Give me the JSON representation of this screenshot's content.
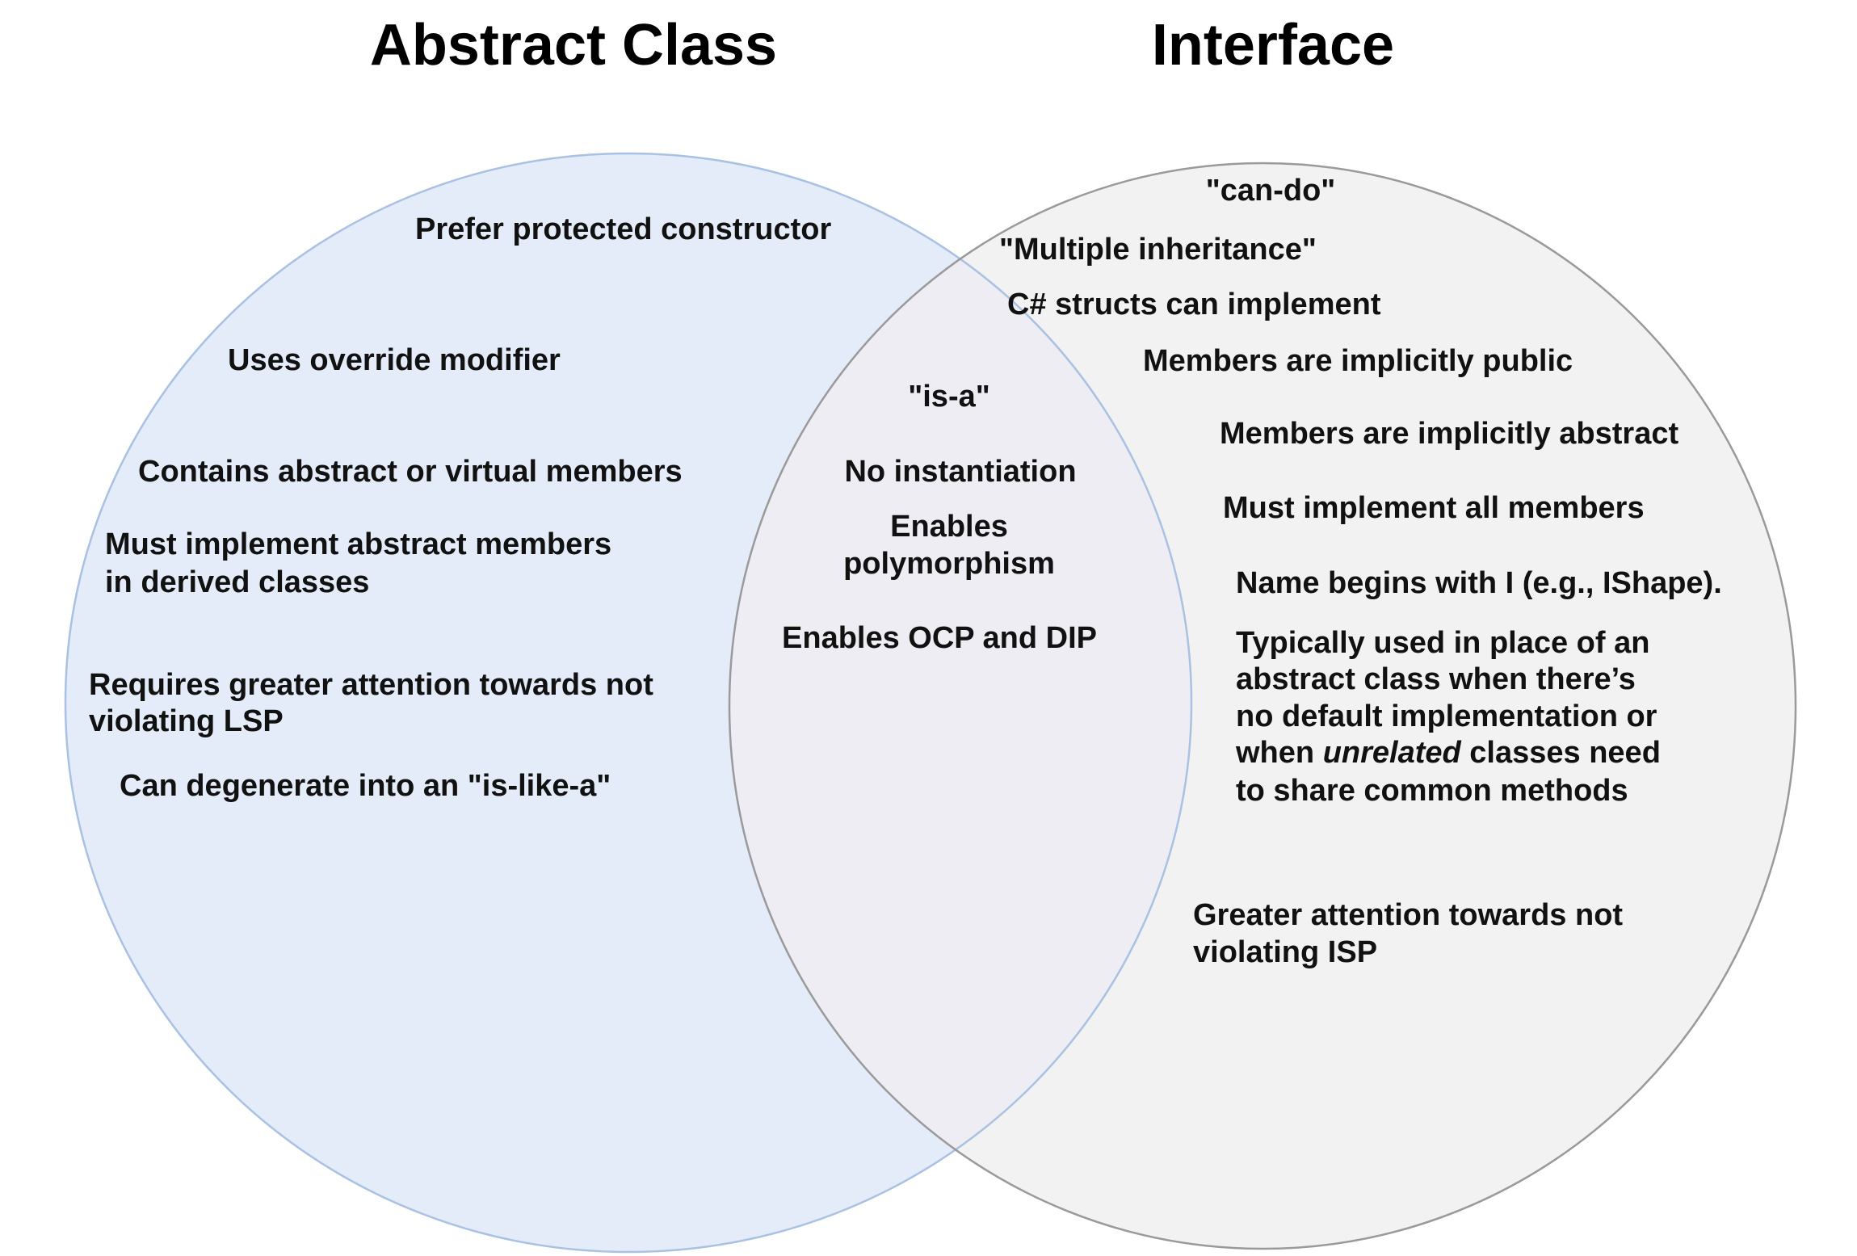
{
  "titles": {
    "left": "Abstract Class",
    "right": "Interface"
  },
  "colors": {
    "left_fill": "#e3ecf8",
    "left_stroke": "#a9c1e2",
    "right_fill": "#f2f2f3",
    "right_stroke": "#9a9a9a",
    "overlap_fill": "#eeedf3",
    "text": "#111111"
  },
  "abstract_class_only": {
    "prefer_protected_constructor": "Prefer protected constructor",
    "uses_override_modifier": "Uses override modifier",
    "contains_abstract_or_virtual": "Contains abstract or virtual members",
    "must_implement_abstract_line1": "Must implement abstract members",
    "must_implement_abstract_line2": "in derived classes",
    "requires_attention_lsp_line1": "Requires greater attention towards not",
    "requires_attention_lsp_line2": "violating LSP",
    "can_degenerate": "Can degenerate into an \"is-like-a\""
  },
  "shared": {
    "is_a": "\"is-a\"",
    "no_instantiation": "No instantiation",
    "enables_polymorphism_line1": "Enables",
    "enables_polymorphism_line2": "polymorphism",
    "enables_ocp_dip": "Enables OCP and DIP"
  },
  "interface_only": {
    "can_do": "\"can-do\"",
    "multiple_inheritance": "\"Multiple inheritance\"",
    "structs_can_implement": "C# structs can implement",
    "implicitly_public": "Members are implicitly public",
    "implicitly_abstract": "Members are implicitly abstract",
    "must_implement_all": "Must implement all members",
    "name_begins_with_i": "Name begins with I (e.g., IShape).",
    "typically_used_line1": "Typically used in place of an",
    "typically_used_line2": "abstract class when there’s",
    "typically_used_line3": "no default implementation or",
    "typically_used_line4_pre": "when ",
    "typically_used_line4_emph": "unrelated",
    "typically_used_line4_post": " classes need",
    "typically_used_line5": "to share common methods",
    "attention_isp_line1": "Greater attention towards not",
    "attention_isp_line2": "violating ISP"
  }
}
